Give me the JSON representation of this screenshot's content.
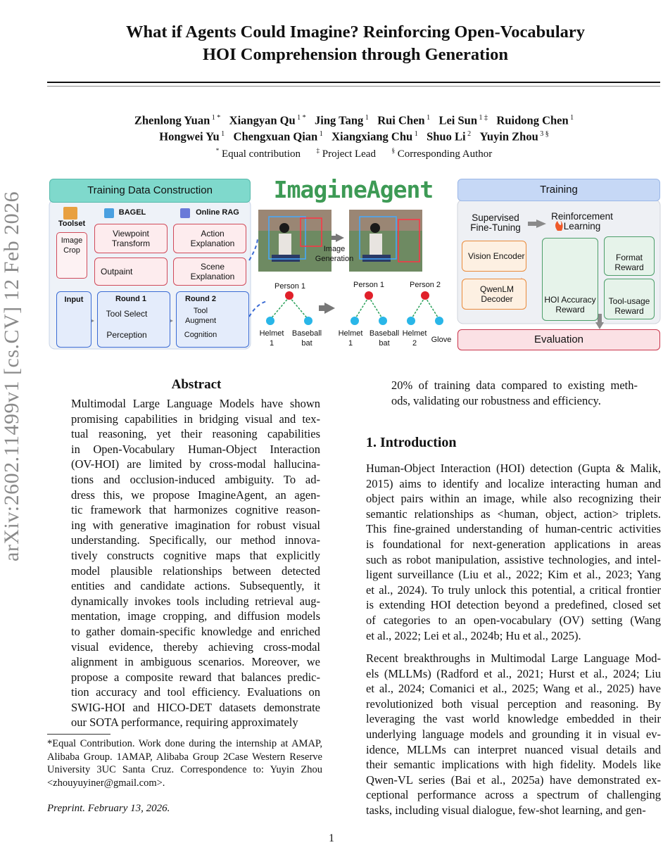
{
  "side_stamp": "arXiv:2602.11499v1  [cs.CV]  12 Feb 2026",
  "title_line1": "What if Agents Could Imagine? Reinforcing Open-Vocabulary",
  "title_line2": "HOI Comprehension through Generation",
  "authors_row1": [
    {
      "name": "Zhenlong Yuan",
      "aff": "1 *"
    },
    {
      "name": "Xiangyan Qu",
      "aff": "1 *"
    },
    {
      "name": "Jing Tang",
      "aff": "1"
    },
    {
      "name": "Rui Chen",
      "aff": "1"
    },
    {
      "name": "Lei Sun",
      "aff": "1 ‡"
    },
    {
      "name": "Ruidong Chen",
      "aff": "1"
    }
  ],
  "authors_row2": [
    {
      "name": "Hongwei Yu",
      "aff": "1"
    },
    {
      "name": "Chengxuan Qian",
      "aff": "1"
    },
    {
      "name": "Xiangxiang Chu",
      "aff": "1"
    },
    {
      "name": "Shuo Li",
      "aff": "2"
    },
    {
      "name": "Yuyin Zhou",
      "aff": "3 §"
    }
  ],
  "notes": {
    "equal_mark": "*",
    "equal": "Equal contribution",
    "lead_mark": "‡",
    "lead": "Project Lead",
    "corr_mark": "§",
    "corr": "Corresponding Author"
  },
  "figure": {
    "training_data_construction": "Training Data Construction",
    "logo": "ImagineAgent",
    "training": "Training",
    "bagel": "BAGEL",
    "online_rag": "Online RAG",
    "toolset": "Toolset",
    "image_crop": "Image Crop",
    "viewpoint_transform": "Viewpoint Transform",
    "outpaint": "Outpaint",
    "action_explanation": "Action Explanation",
    "scene_explanation": "Scene Explanation",
    "input": "Input",
    "round1": "Round 1",
    "tool_select": "Tool Select",
    "perception": "Perception",
    "round2": "Round 2",
    "tool_augment": "Tool Augment",
    "cognition": "Cognition",
    "image_generation": "Image Generation",
    "person1": "Person 1",
    "person2": "Person 2",
    "helmet1": "Helmet 1",
    "helmet2": "Helmet 2",
    "baseball_bat": "Baseball bat",
    "glove": "Glove",
    "sft": "Supervised Fine-Tuning",
    "rl": "Reinforcement Learning",
    "vision_encoder": "Vision Encoder",
    "qwenlm_decoder": "QwenLM Decoder",
    "hoi_reward": "HOI Accuracy Reward",
    "format_reward": "Format Reward",
    "tool_reward": "Tool-usage Reward",
    "evaluation": "Evaluation",
    "colors": {
      "teal": "#6fd2c6",
      "blue_header": "#b9cff5",
      "red": "#c9334b",
      "pink": "#fbe3e6",
      "orange": "#e98a3a",
      "green": "#4d9e6a"
    }
  },
  "abstract_heading": "Abstract",
  "abstract_lines": [
    "Multimodal Large Language Models have shown",
    "promising capabilities in bridging visual and tex-",
    "tual reasoning, yet their reasoning capabilities",
    "in Open-Vocabulary Human-Object Interaction",
    "(OV-HOI) are limited by cross-modal hallucina-",
    "tions and occlusion-induced ambiguity.  To ad-",
    "dress this, we propose ImagineAgent, an agen-",
    "tic framework that harmonizes cognitive reason-",
    "ing with generative imagination for robust visual",
    "understanding. Specifically, our method innova-",
    "tively constructs cognitive maps that explicitly",
    "model plausible relationships between detected",
    "entities and candidate actions.  Subsequently, it",
    "dynamically invokes tools including retrieval aug-",
    "mentation, image cropping, and diffusion models",
    "to gather domain-specific knowledge and enriched",
    "visual evidence, thereby achieving cross-modal",
    "alignment in ambiguous scenarios. Moreover, we",
    "propose a composite reward that balances predic-",
    "tion accuracy and tool efficiency. Evaluations on",
    "SWIG-HOI and HICO-DET datasets demonstrate",
    "our SOTA performance, requiring approximately"
  ],
  "abstract_cont_lines": [
    "20% of training data compared to existing meth-",
    "ods, validating our robustness and efficiency."
  ],
  "footnote_lines": [
    "*Equal Contribution. Work done during the internship at AMAP,",
    "Alibaba Group.  1AMAP, Alibaba Group 2Case Western Reserve",
    "University 3UC Santa Cruz.  Correspondence to:  Yuyin Zhou",
    "<zhouyuyiner@gmail.com>."
  ],
  "preprint": "Preprint. February 13, 2026.",
  "page_number": "1",
  "intro_heading": "1. Introduction",
  "intro_p1": [
    "Human-Object Interaction (HOI) detection (Gupta & Malik,",
    "2015) aims to identify and localize interacting human and",
    "object pairs within an image, while also recognizing their",
    "semantic relationships as <human, object, action> triplets.",
    "This fine-grained understanding of human-centric activities",
    "is foundational for next-generation applications in areas",
    "such as robot manipulation, assistive technologies, and intel-",
    "ligent surveillance (Liu et al., 2022; Kim et al., 2023; Yang",
    "et al., 2024). To truly unlock this potential, a critical frontier",
    "is extending HOI detection beyond a predefined, closed set",
    "of categories to an open-vocabulary (OV) setting (Wang",
    "et al., 2022; Lei et al., 2024b; Hu et al., 2025)."
  ],
  "intro_p2": [
    "Recent breakthroughs in Multimodal Large Language Mod-",
    "els (MLLMs) (Radford et al., 2021; Hurst et al., 2024; Liu",
    "et al., 2024; Comanici et al., 2025; Wang et al., 2025) have",
    "revolutionized both visual perception and reasoning.  By",
    "leveraging the vast world knowledge embedded in their",
    "underlying language models and grounding it in visual ev-",
    "idence, MLLMs can interpret nuanced visual details and",
    "their semantic implications with high fidelity. Models like",
    "Qwen-VL series (Bai et al., 2025a) have demonstrated ex-",
    "ceptional performance across a spectrum of challenging",
    "tasks, including visual dialogue, few-shot learning, and gen-"
  ]
}
